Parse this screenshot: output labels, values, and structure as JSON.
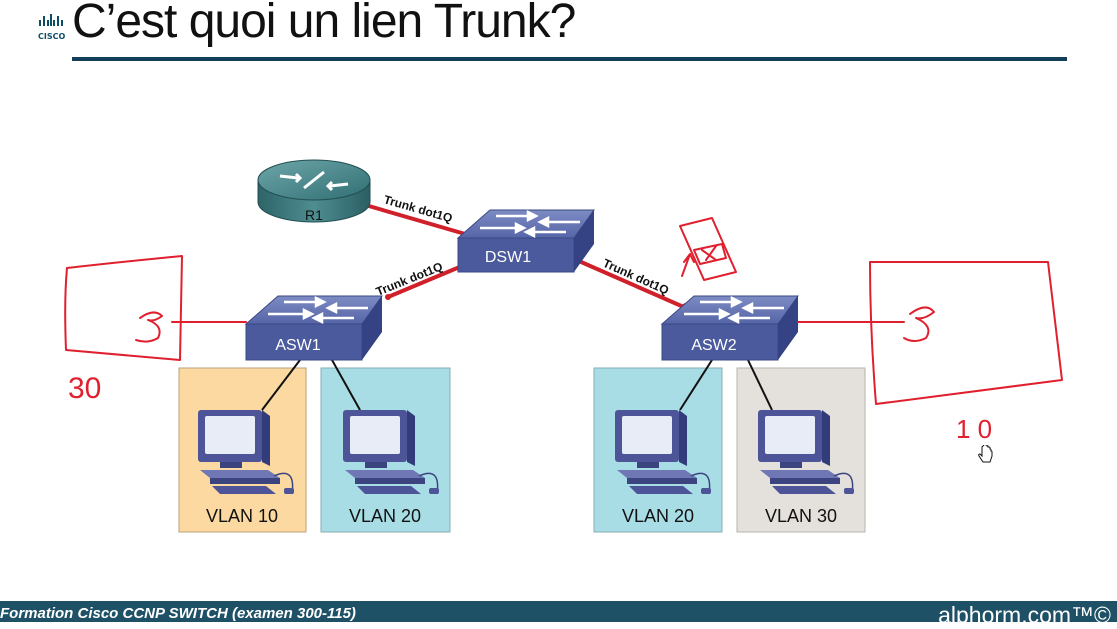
{
  "header": {
    "logo_text": "CISCO",
    "title": "C’est quoi un lien Trunk?"
  },
  "diagram": {
    "router": {
      "label": "R1"
    },
    "distribution_switch": {
      "label": "DSW1"
    },
    "access_switches": [
      {
        "label": "ASW1"
      },
      {
        "label": "ASW2"
      }
    ],
    "trunk_links": [
      {
        "label": "Trunk dot1Q"
      },
      {
        "label": "Trunk dot1Q"
      },
      {
        "label": "Trunk dot1Q"
      }
    ],
    "vlans": [
      {
        "label": "VLAN 10",
        "color": "#fbd9a0"
      },
      {
        "label": "VLAN 20",
        "color": "#a9dde6"
      },
      {
        "label": "VLAN 20",
        "color": "#a9dde6"
      },
      {
        "label": "VLAN 30",
        "color": "#e4e0dc"
      }
    ],
    "annotations": {
      "left_number": "30",
      "right_number": "1 0"
    },
    "colors": {
      "trunk": "#d0202a",
      "switch": "#5868a8",
      "annotation": "#e0202e"
    }
  },
  "footer": {
    "course": "Formation Cisco CCNP SWITCH (examen 300-115)",
    "brand": "alphorm.com™©"
  }
}
